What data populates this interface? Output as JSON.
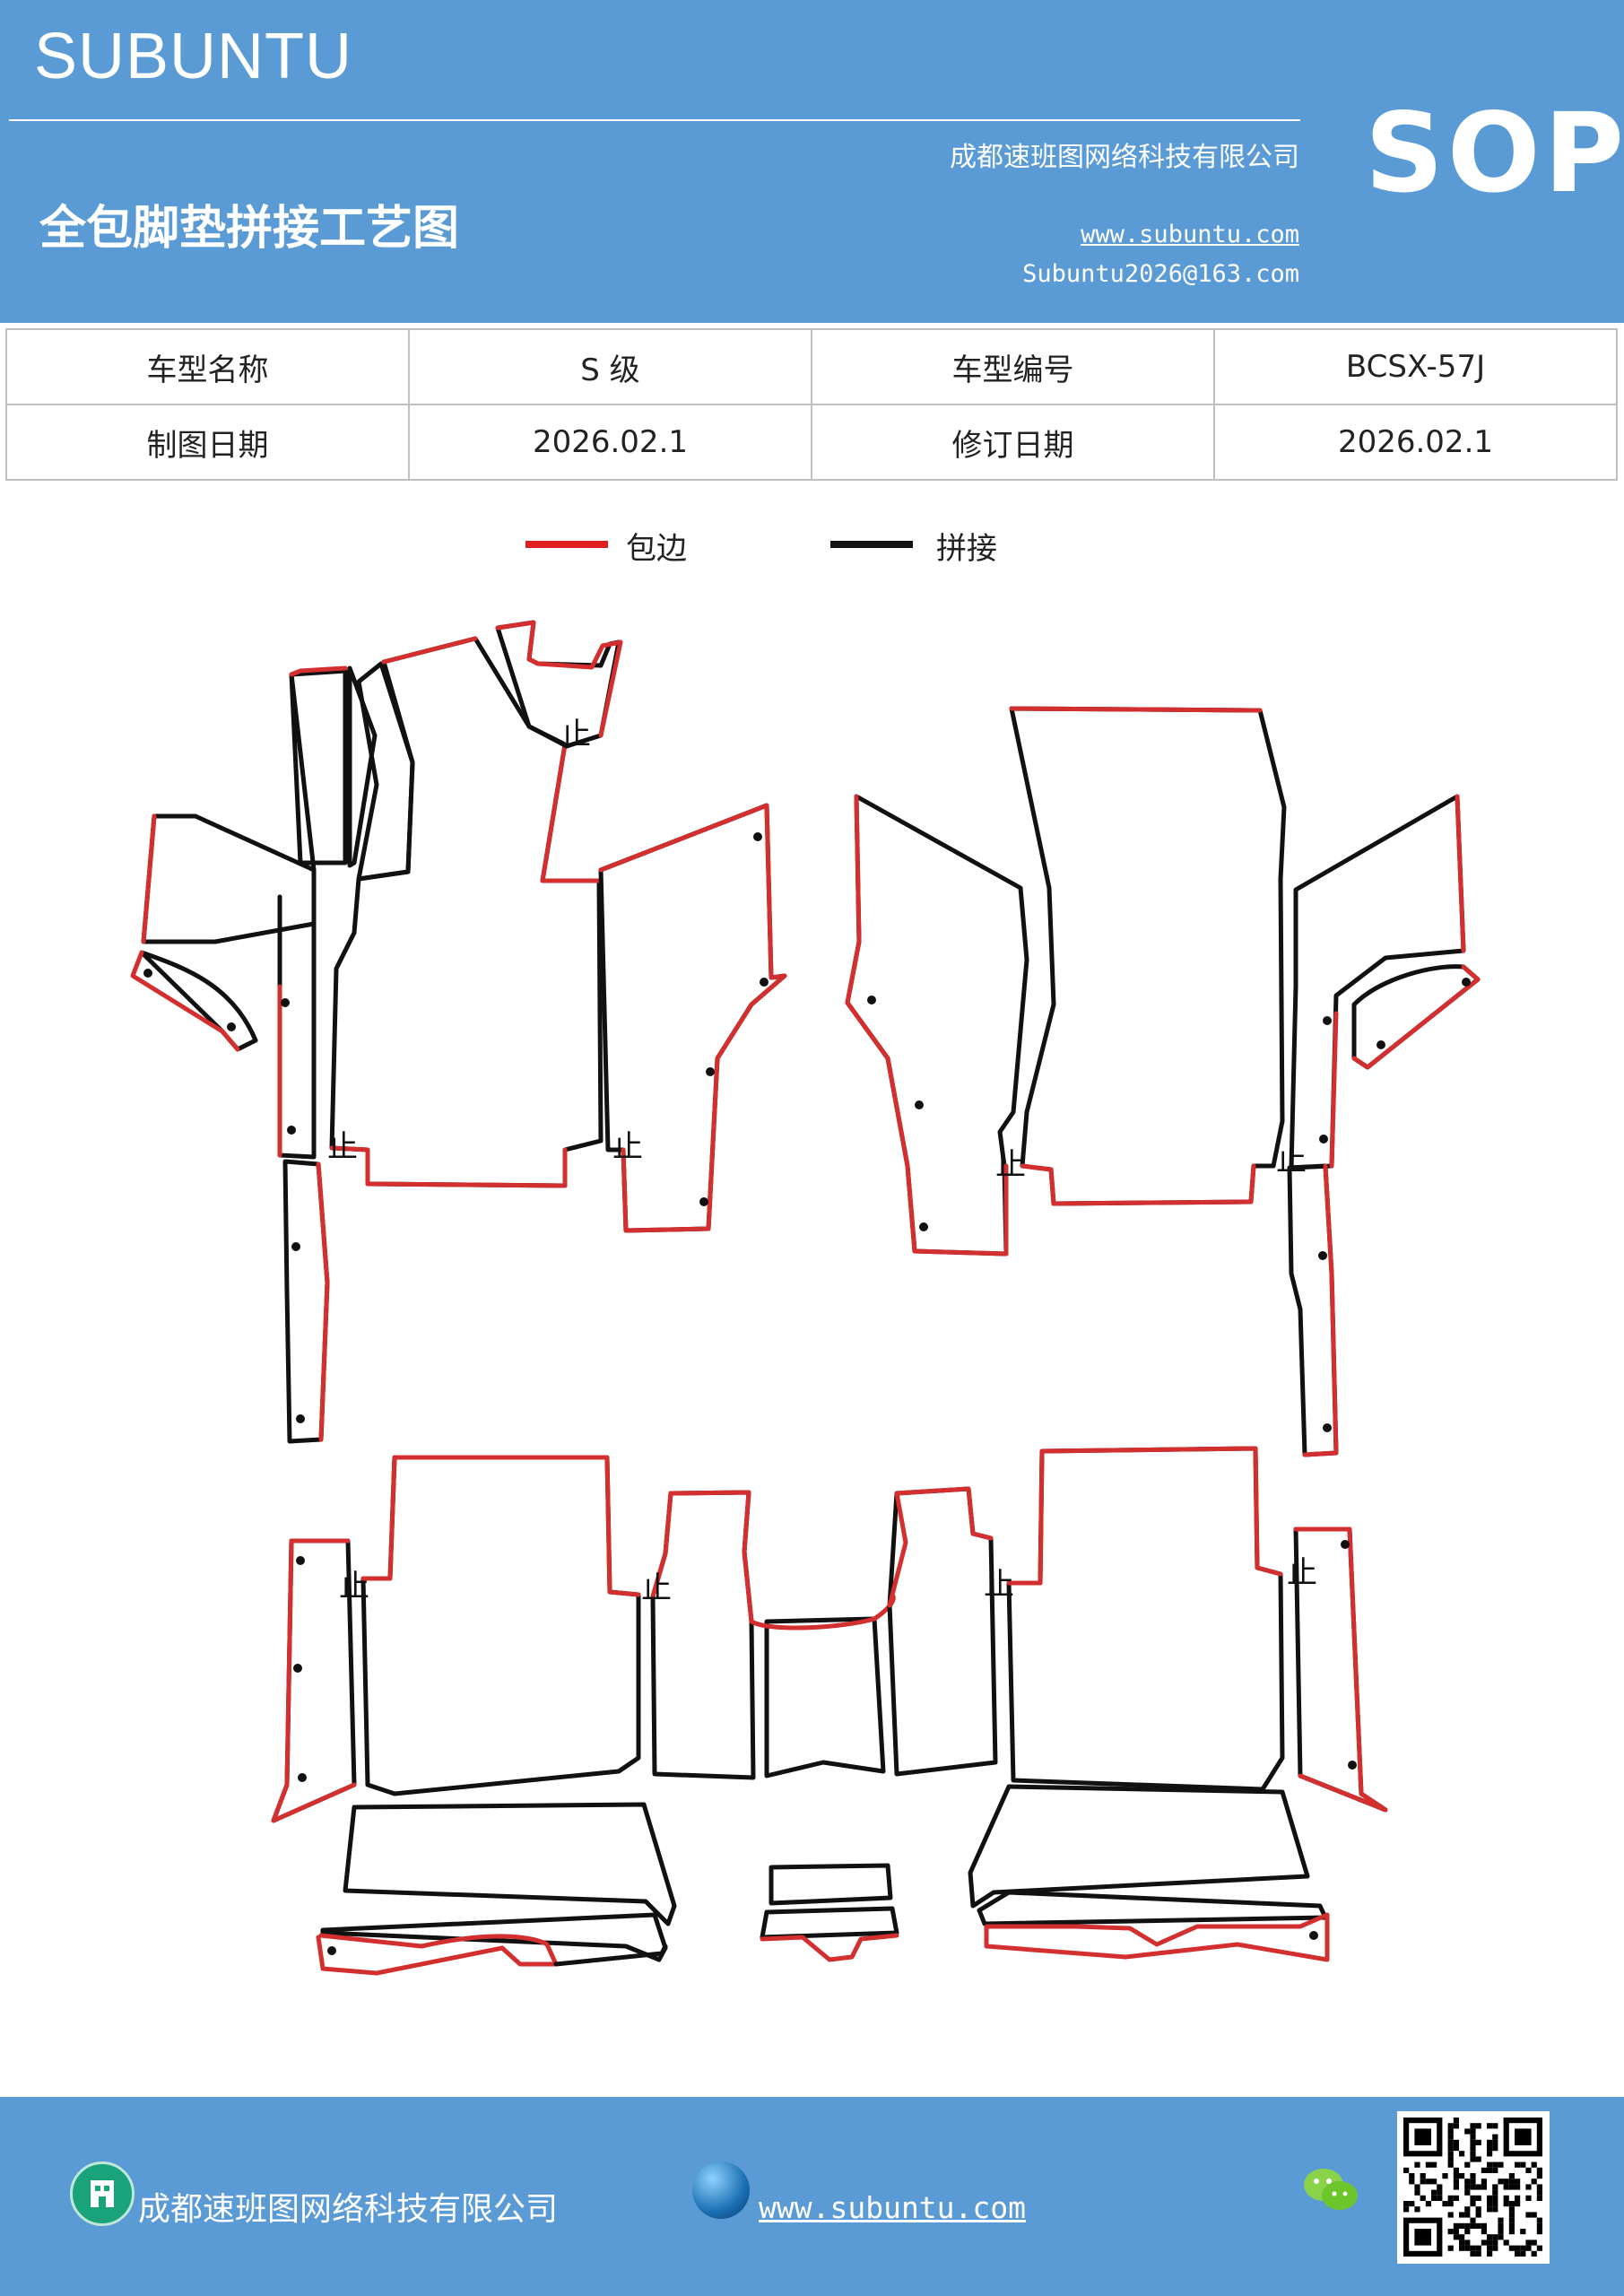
{
  "header": {
    "brand": "SUBUNTU",
    "title": "全包脚垫拼接工艺图",
    "company": "成都速班图网络科技有限公司",
    "website": "www.subuntu.com",
    "email": "Subuntu2026@163.com",
    "badge": "SOP",
    "bg_color": "#5b9bd5"
  },
  "info_table": {
    "rows": [
      {
        "label1": "车型名称",
        "value1": "S 级",
        "label2": "车型编号",
        "value2": "BCSX-57J"
      },
      {
        "label1": "制图日期",
        "value1": "2026.02.1",
        "label2": "修订日期",
        "value2": "2026.02.1"
      }
    ]
  },
  "legend": {
    "items": [
      {
        "label": "包边",
        "color": "#e02020"
      },
      {
        "label": "拼接",
        "color": "#111111"
      }
    ]
  },
  "diagram": {
    "stitch_mark": "止",
    "colors": {
      "edge": "#d32f2f",
      "seam": "#111111"
    }
  },
  "footer": {
    "company": "成都速班图网络科技有限公司",
    "website": "www.subuntu.com",
    "icons": [
      "building-icon",
      "globe-icon",
      "wechat-icon",
      "qr-code"
    ]
  }
}
